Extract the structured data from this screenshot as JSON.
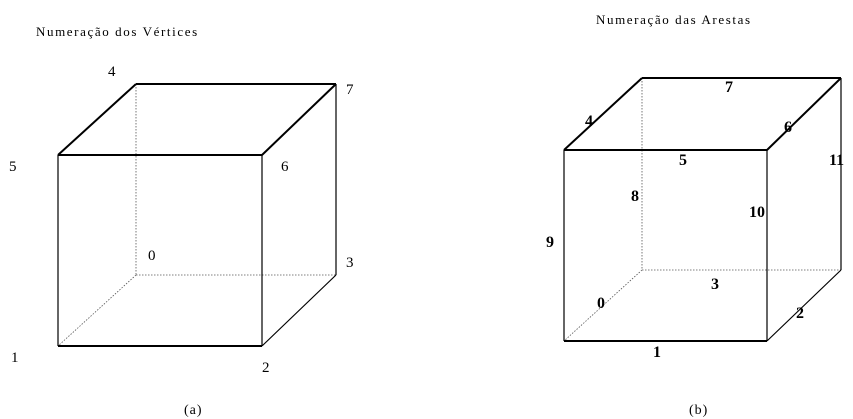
{
  "diagram_a": {
    "title": "Numeração dos Vértices",
    "caption": "(a)",
    "vertex_labels": [
      "0",
      "1",
      "2",
      "3",
      "4",
      "5",
      "6",
      "7"
    ]
  },
  "diagram_b": {
    "title": "Numeração das Arestas",
    "caption": "(b)",
    "edge_labels": [
      "0",
      "1",
      "2",
      "3",
      "4",
      "5",
      "6",
      "7",
      "8",
      "9",
      "10",
      "11"
    ]
  }
}
